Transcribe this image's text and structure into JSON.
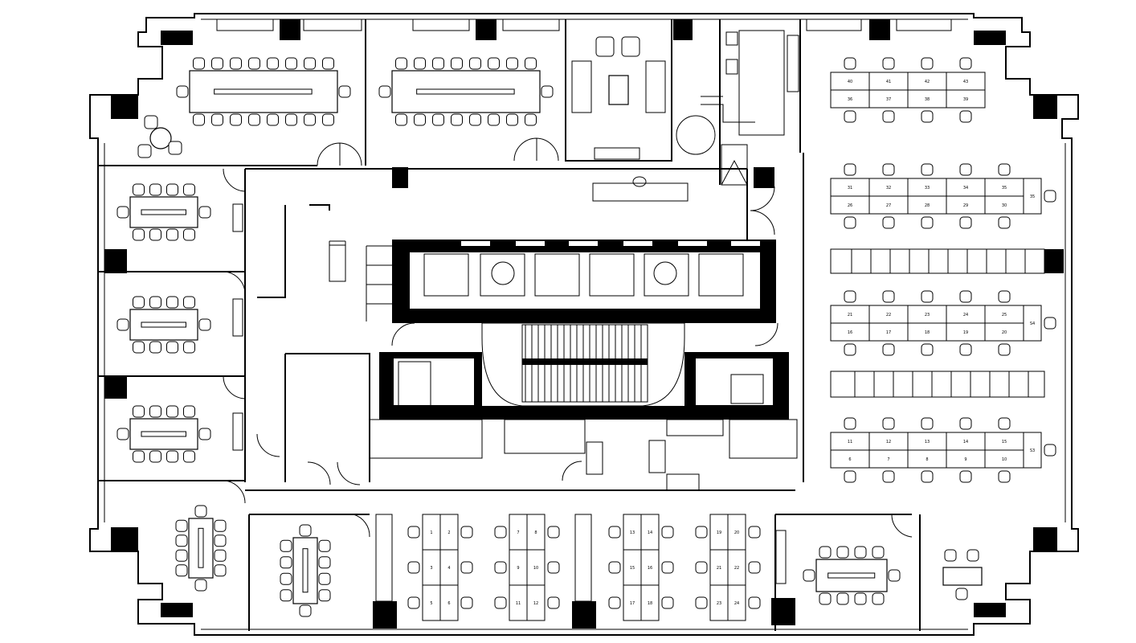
{
  "plan": {
    "colors": {
      "line": "#000000",
      "fill": "#ffffff"
    },
    "desk_groups": {
      "right_a": {
        "top": [
          "40",
          "41",
          "42",
          "43"
        ],
        "bottom": [
          "36",
          "37",
          "38",
          "39"
        ]
      },
      "right_b": {
        "top": [
          "31",
          "32",
          "33",
          "34",
          "35"
        ],
        "bottom": [
          "26",
          "27",
          "28",
          "29",
          "30"
        ],
        "side": "35"
      },
      "right_c": {
        "top": [
          "21",
          "22",
          "23",
          "24",
          "25"
        ],
        "bottom": [
          "16",
          "17",
          "18",
          "19",
          "20"
        ],
        "side": "S4"
      },
      "right_d": {
        "top": [
          "11",
          "12",
          "13",
          "14",
          "15"
        ],
        "bottom": [
          "6",
          "7",
          "8",
          "9",
          "10"
        ],
        "side": "S3"
      },
      "bottom_1": {
        "rows": [
          [
            "1",
            "2"
          ],
          [
            "3",
            "4"
          ],
          [
            "5",
            "6"
          ]
        ]
      },
      "bottom_2": {
        "rows": [
          [
            "7",
            "8"
          ],
          [
            "9",
            "10"
          ],
          [
            "11",
            "12"
          ]
        ]
      },
      "bottom_3": {
        "rows": [
          [
            "13",
            "14"
          ],
          [
            "15",
            "16"
          ],
          [
            "17",
            "18"
          ]
        ]
      },
      "bottom_4": {
        "rows": [
          [
            "19",
            "20"
          ],
          [
            "21",
            "22"
          ],
          [
            "23",
            "24"
          ]
        ]
      }
    }
  }
}
